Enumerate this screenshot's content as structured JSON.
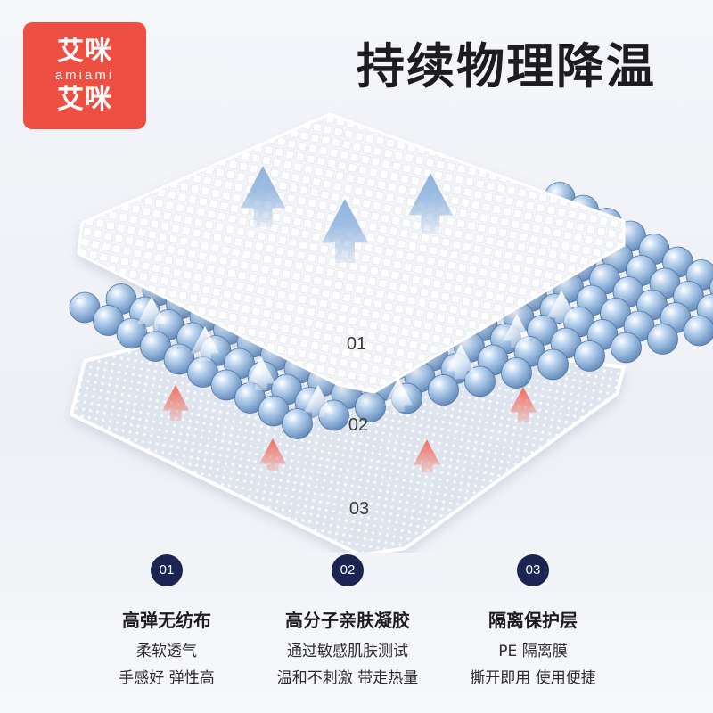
{
  "logo": {
    "brand_top": "艾咪",
    "brand_latin": "amiami",
    "brand_bottom": "艾咪",
    "color": "#ee4f43"
  },
  "headline": "持续物理降温",
  "layers": [
    {
      "number": "01"
    },
    {
      "number": "02"
    },
    {
      "number": "03"
    }
  ],
  "colors": {
    "badge": "#1c2452",
    "arrow_blue": "#8fb3de",
    "arrow_red": "#f26d5e"
  },
  "icons": [
    "arrow-up-icon"
  ],
  "features": [
    {
      "number": "01",
      "title": "高弹无纺布",
      "lines": [
        "柔软透气",
        "手感好 弹性高"
      ]
    },
    {
      "number": "02",
      "title": "高分子亲肤凝胶",
      "lines": [
        "通过敏感肌肤测试",
        "温和不刺激 带走热量"
      ]
    },
    {
      "number": "03",
      "title": "隔离保护层",
      "lines": [
        "PE 隔离膜",
        "撕开即用 使用便捷"
      ]
    }
  ]
}
